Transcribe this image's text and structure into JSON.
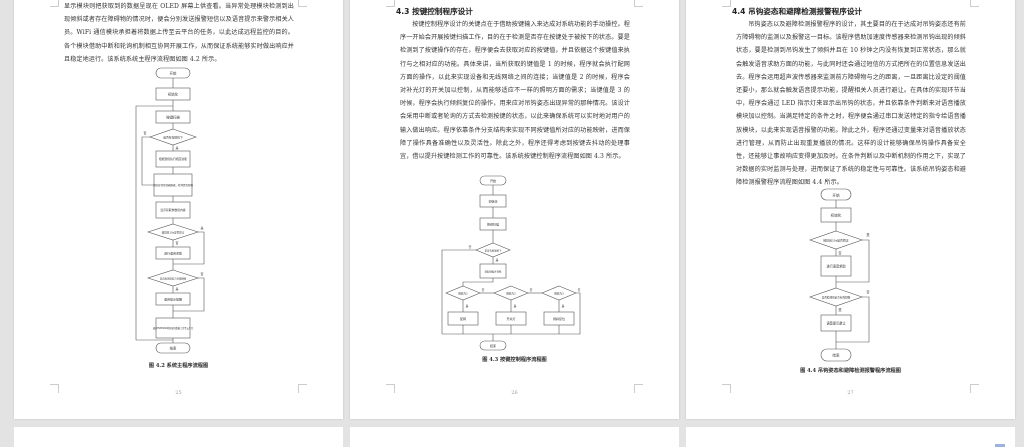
{
  "pages": [
    {
      "page_number": "25",
      "paragraph_continued": "显示模块则把获取到的数据呈现在 OLED 屏幕上供查看。当异常处理模块检测到出现倾斜或者存在障碍物的情况时，便会分别发送报警短信以及语音提示来警示相关人员。WiFi 通信模块承担着将数据上传至云平台的任务，以此达成远程监控的目的。各个模块借助中断和轮询机制相互协同开展工作，从而保证系统能够实时做出响应并且稳定地运行。该系统系统主程序流程图如图 4.2 所示。",
      "figure": {
        "caption": "图 4.2 系统主程序流程图",
        "nodes": {
          "start": "开始",
          "init": "初始化",
          "key_scan": "按键扫描",
          "key_pressed": "是否有按键按下",
          "exec_key": "根据键值执行相应功能",
          "read_sensor": "读取各项传感器数据，检测是否倾斜",
          "display": "显示获取参数值内容",
          "tilt_over": "倾斜且10s是否矫正",
          "voice_help": "进行语音求助",
          "obstacle": "是否检测到前方有障碍物",
          "voice_remind": "语音提示提醒",
          "upload": "通过ESP8266将获取的数据上传至云平台",
          "end": "结束"
        },
        "branch_yes": "是",
        "branch_no": "否"
      }
    },
    {
      "page_number": "26",
      "section_heading": "4.3  按键控制程序设计",
      "paragraph": "按键控制程序设计的关键点在于借助按键输入来达成对系统功能的手动操控。程序一开始会开展按键扫描工作，目的在于检测是否存在按键处于被按下的状态。要是检测到了按键操作的存在，程序便会去获取对应的按键值，并且依据这个按键值来执行与之相对应的功能。具体来讲，当所获取的键值是 1 的时候，程序就会执行配网方面的操作，以此来实现设备和无线网络之间的连接；当键值是 2 的时候，程序会对补光灯的开关加以控制，从而能够适应不一样的照明方面的需求；当键值是 3 的时候，程序会执行倾斜复位的操作，用来应对吊钩姿态出现异常的那种情况。该设计会采用中断或者轮询的方式去检测按键的状态，以此来确保系统可以实时地对用户的输入做出响应。程序依靠条件分支结构来实现不同按键值所对应的功能映射，进而保障了操作具备准确性以及灵活性。除此之外，程序还得考虑到按键去抖动的处理事宜，借以提升按键检测工作的可靠性。该系统按键控制程序流程图如图 4.3 所示。",
      "figure": {
        "caption": "图 4.3 按键控制程序流程图",
        "nodes": {
          "start": "开始",
          "init": "初始化",
          "key_scan": "按键扫描",
          "key_pressed": "是否有按键按下",
          "get_key": "获取键值并判断",
          "key1": "键值为1",
          "key2": "键值为2",
          "key3": "键值为3",
          "act1": "配网",
          "act2": "开关灯",
          "act3": "倾斜复位",
          "end": "结束"
        },
        "branch_yes": "是",
        "branch_no": "否"
      }
    },
    {
      "page_number": "27",
      "section_heading": "4.4  吊钩姿态和避障检测报警程序设计",
      "paragraph": "吊钩姿态以及避障检测报警程序的设计，其主要目的在于达成对吊钩姿态还有前方障碍物的监测以及报警这一目标。该程序借助加速度传感器来检测吊钩出现的倾斜状态，要是检测到吊钩发生了倾斜并且在 10 秒钟之内没有恢复到正常状态，那么就会触发语音求助方面的功能，与此同时还会通过短信的方式把所在的位置信息发送出去。程序会运用超声波传感器来监测前方障碍物与之的距离，一旦距离比设定的阈值还要小，那么就会触发语音提示功能，提醒相关人员进行避让。在具体的实现环节当中，程序会通过 LED 指示灯来显示出吊钩的状态，并且依靠条件判断来对语音播放模块加以控制。当满足特定的条件之时，程序便会通过串口发送特定的指令给语音播放模块，以此来实现语音报警的功能。除此之外，程序还通过变量来对语音播放状态进行管理，从而防止出现重复播放的情况。这样的设计能够确保吊钩操作具备安全性，还能够让事故响应变得更加及时。在条件判断以及中断机制的作用之下，实现了对数据的实时监测与处理，进而保证了系统的稳定性与可靠性。该系统吊钩姿态和避障检测报警程序流程图如图 4.4 所示。",
      "figure": {
        "caption": "图 4.4 吊钩姿态和避障检测报警程序流程图",
        "nodes": {
          "start": "开始",
          "init": "初始化",
          "tilt_over": "倾斜且10s是否矫正",
          "voice_help": "进行语音求助",
          "obstacle": "是否检测到前方有障碍物",
          "voice_remind": "语音提示避让",
          "end": "结束"
        },
        "branch_yes": "是",
        "branch_no": "否"
      }
    }
  ]
}
